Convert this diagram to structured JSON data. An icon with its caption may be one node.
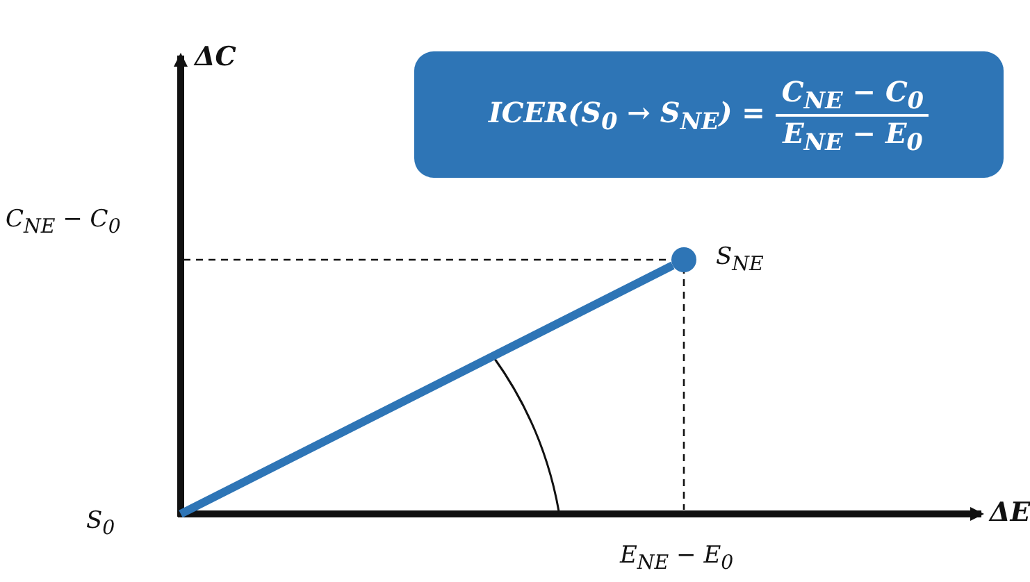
{
  "diagram": {
    "nodes": [
      {
        "text": [
          "ICER(S$_{0}$ → S$_{NE}$) =",
          "C$_{NE}$ − C$_{0}$",
          "E$_{NE}$ − E$_{0}$"
        ]
      },
      {
        "text": [
          "S$_{0}$"
        ]
      },
      {
        "text": [],
        "shape": "circle",
        "beside": [
          "S$_{NE}$"
        ]
      }
    ],
    "edges": [
      {
        "from": 1,
        "to": 2,
        "arrow": "none",
        "color": "#2e75b6"
      }
    ],
    "labels": [
      "ΔC",
      "C$_{NE}$ − C$_{0}$",
      "ΔE",
      "E$_{NE}$ − E$_{0}$"
    ]
  }
}
